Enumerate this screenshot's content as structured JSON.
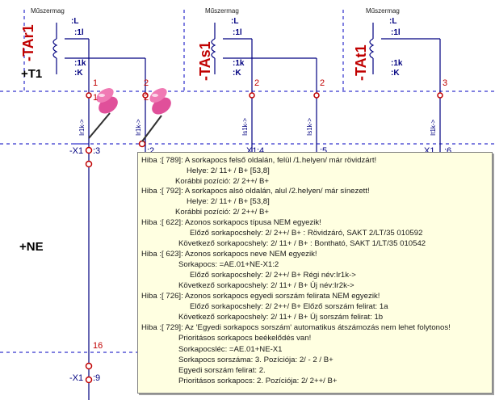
{
  "schematic": {
    "muszermag_labels": [
      "Műszermag",
      "Műszermag",
      "Műszermag"
    ],
    "transformers": [
      {
        "name": "-TAr1",
        "top_tag": ":L",
        "tag_1l": ":1l",
        "tag_1k": ":1k",
        "bottom_tag": ":K"
      },
      {
        "name": "-TAs1",
        "top_tag": ":L",
        "tag_1l": ":1l",
        "tag_1k": ":1k",
        "bottom_tag": ":K"
      },
      {
        "name": "-TAt1",
        "top_tag": ":L",
        "tag_1l": ":1l",
        "tag_1k": ":1k",
        "bottom_tag": ":K"
      }
    ],
    "location_t1": "+T1",
    "location_ne": "+NE",
    "wire_numbers": [
      "1",
      "2",
      "1",
      "2",
      "2",
      "2",
      "3",
      "16"
    ],
    "vertical_tags": [
      "Ir1k->",
      "Ir1k->",
      "Is1k->",
      "Is1k->",
      "It1k->"
    ],
    "terminals": [
      "-X1",
      ":3",
      ":2",
      "X1",
      ":4",
      ":5",
      "X1",
      ":6",
      "-X1",
      ":9"
    ]
  },
  "tooltip": {
    "lines": [
      "Hiba  :[ 789]: A sorkapocs felső oldalán, felül /1.helyen/ már rövidzárt!",
      "Helye:  2/  11+ /  B+  [53,8]",
      "Korábbi pozíció:  2/   2++/  B+",
      "Hiba  :[ 792]: A sorkapocs alsó oldalán, alul /2.helyen/ már sínezett!",
      "Helye:  2/  11+ /  B+  [53,8]",
      "Korábbi pozíció:  2/   2++/  B+",
      "Hiba  :[ 622]: Azonos sorkapocs típusa NEM egyezik!",
      "Előző sorkapocshely:  2/   2++/  B+ : Rövidzáró, SAKT 2/LT/35 010592",
      "Következő sorkapocshely:  2/  11+ /  B+ : Bontható, SAKT 1/LT/35 010542",
      "Hiba  :[ 623]: Azonos sorkapocs neve NEM egyezik!",
      "Sorkapocs: =AE.01+NE-X1:2",
      "Előző sorkapocshely:  2/   2++/  B+  Régi név:Ir1k->",
      "Következő sorkapocshely:  2/  11+ /  B+    Új név:Ir2k->",
      "Hiba  :[ 726]: Azonos sorkapocs egyedi sorszám felirata NEM egyezik!",
      "Előző sorkapocshely:  2/   2++/  B+  Előző sorszám felirat: 1a",
      "Következő sorkapocshely:  2/  11+ /  B+    Új sorszám felirat: 1b",
      "Hiba  :[ 729]: Az 'Egyedi sorkapocs sorszám' automatikus átszámozás nem lehet folytonos!",
      "Prioritásos sorkapocs beékelődés van!",
      "Sorkapocsléc: =AE.01+NE-X1",
      "Sorkapocs sorszáma:    3. Pozíciója:   2/ - 2  /  B+",
      "Egyedi sorszám felirat:    2.",
      "Prioritásos sorkapocs:    2. Pozíciója:   2/   2++/  B+"
    ]
  },
  "colors": {
    "wire": "#000080",
    "dashed": "#0000c0",
    "red_text": "#c00000",
    "tooltip_bg": "#ffffe1",
    "pin": "#e0509a"
  },
  "icons": [
    "pushpin-icon",
    "pushpin-icon"
  ]
}
